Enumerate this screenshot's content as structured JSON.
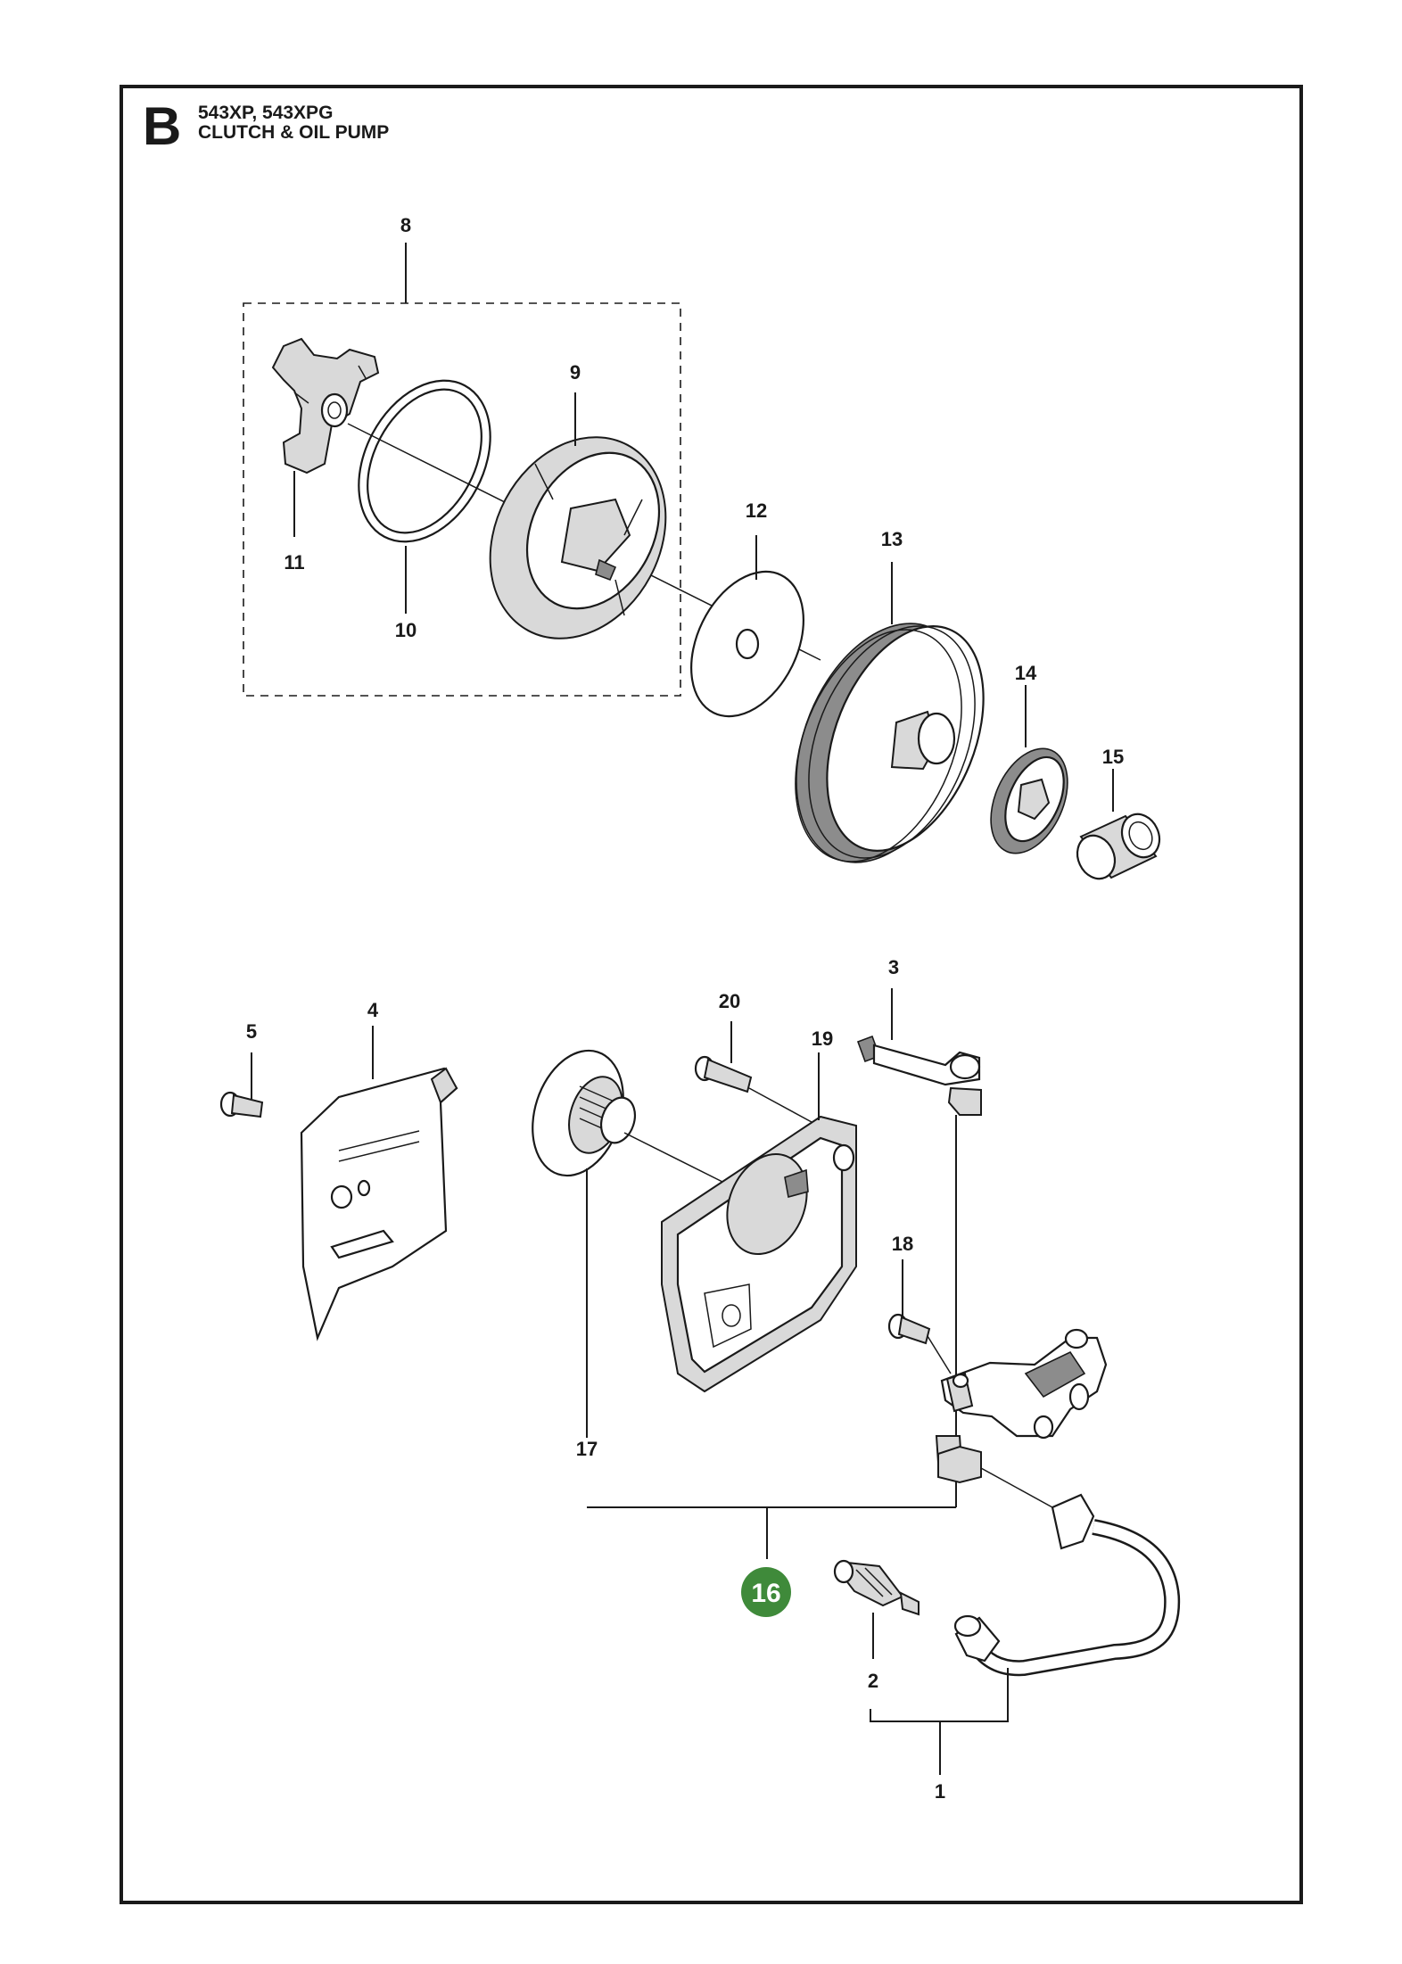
{
  "header": {
    "section": "B",
    "models": "543XP, 543XPG",
    "title": "CLUTCH & OIL PUMP"
  },
  "callouts": {
    "p1": "1",
    "p2": "2",
    "p3": "3",
    "p4": "4",
    "p5": "5",
    "p8": "8",
    "p9": "9",
    "p10": "10",
    "p11": "11",
    "p12": "12",
    "p13": "13",
    "p14": "14",
    "p15": "15",
    "p16": "16",
    "p17": "17",
    "p18": "18",
    "p19": "19",
    "p20": "20"
  },
  "colors": {
    "line": "#1a1a1a",
    "highlight_badge": "#3f8a3a",
    "part_fill": "#d9d9d9"
  }
}
